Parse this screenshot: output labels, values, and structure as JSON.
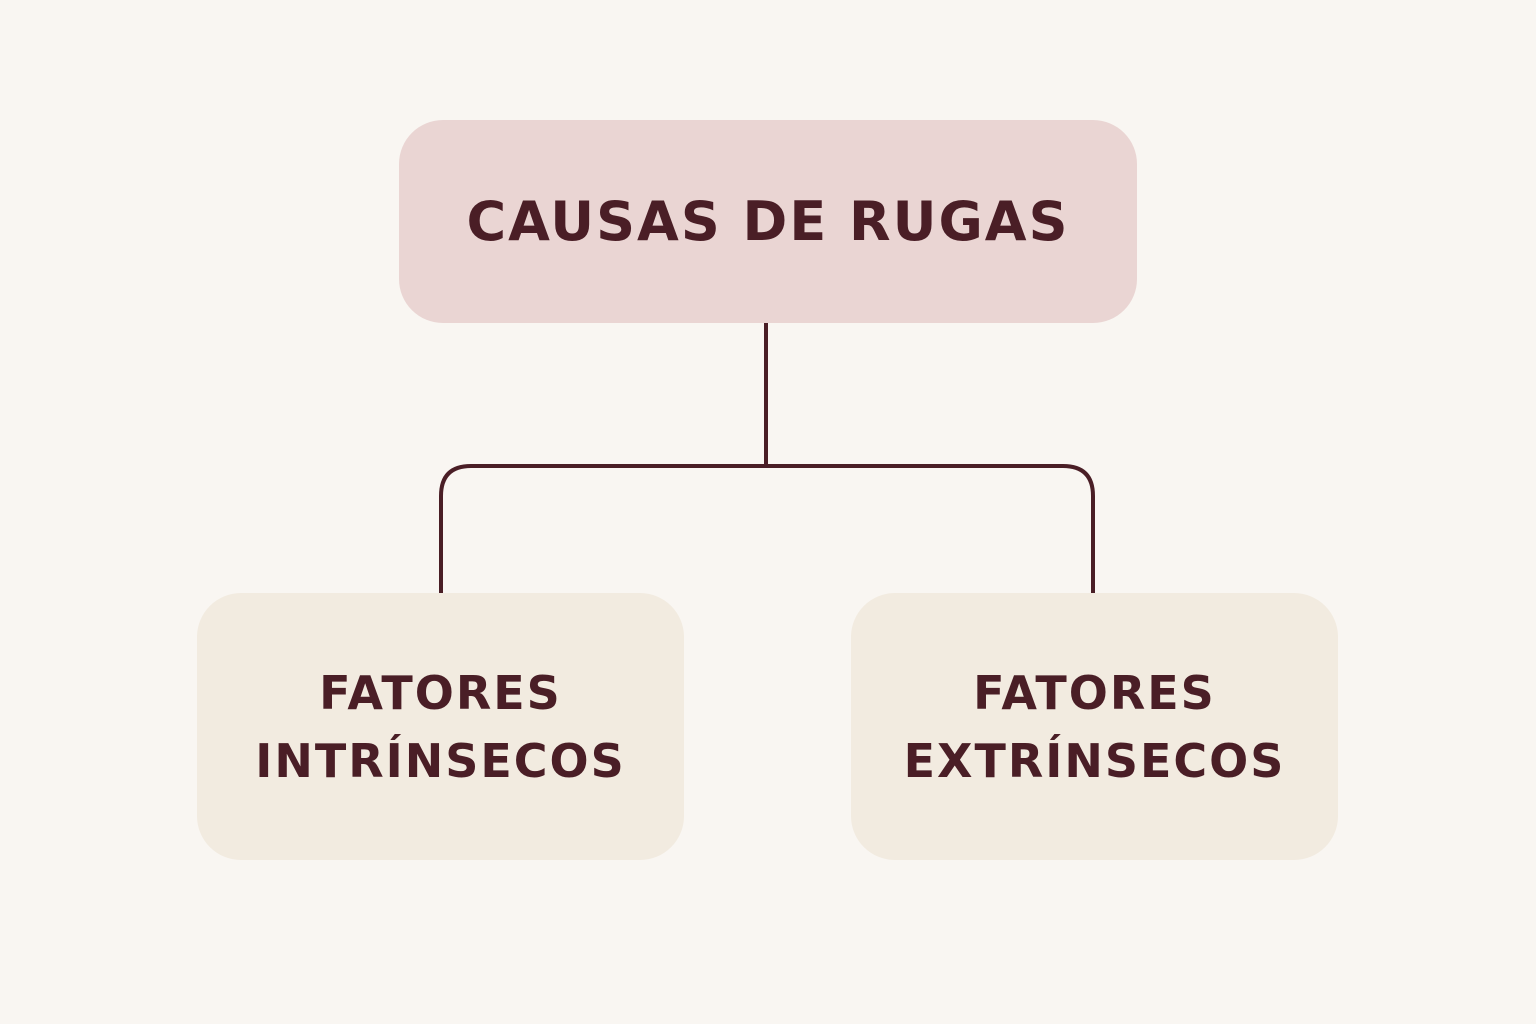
{
  "colors": {
    "background": "#f9f6f2",
    "root_fill": "#ead5d3",
    "child_fill": "#f2ebe0",
    "text": "#4a1e26",
    "connector": "#4a1e26"
  },
  "root": {
    "label": "CAUSAS DE RUGAS"
  },
  "children": [
    {
      "line1": "FATORES",
      "line2": "INTRÍNSECOS"
    },
    {
      "line1": "FATORES",
      "line2": "EXTRÍNSECOS"
    }
  ]
}
